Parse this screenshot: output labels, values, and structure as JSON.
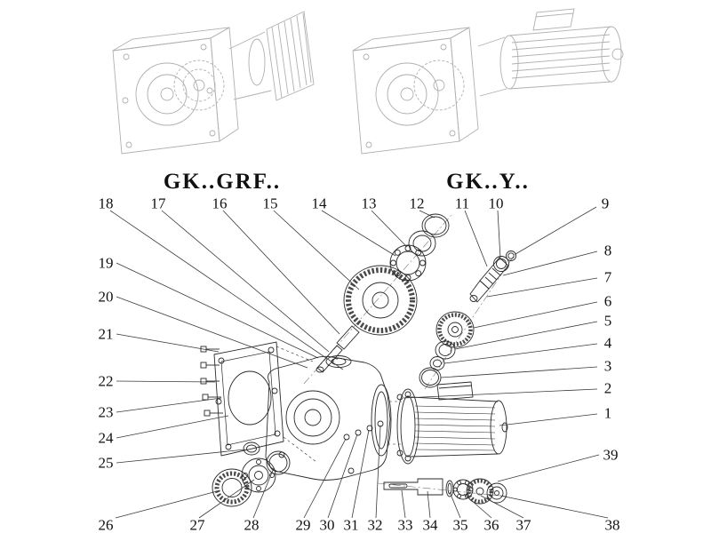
{
  "page": {
    "background": "#ffffff",
    "drawing_line_color": "#2a2a2a",
    "faded_line_color": "#b0b0b0"
  },
  "variants": [
    {
      "label": "GK..GRF.."
    },
    {
      "label": "GK..Y.."
    }
  ],
  "callouts": [
    "1",
    "2",
    "3",
    "4",
    "5",
    "6",
    "7",
    "8",
    "9",
    "10",
    "11",
    "12",
    "13",
    "14",
    "15",
    "16",
    "17",
    "18",
    "19",
    "20",
    "21",
    "22",
    "23",
    "24",
    "25",
    "26",
    "27",
    "28",
    "29",
    "30",
    "31",
    "32",
    "33",
    "34",
    "35",
    "36",
    "37",
    "38",
    "39"
  ]
}
